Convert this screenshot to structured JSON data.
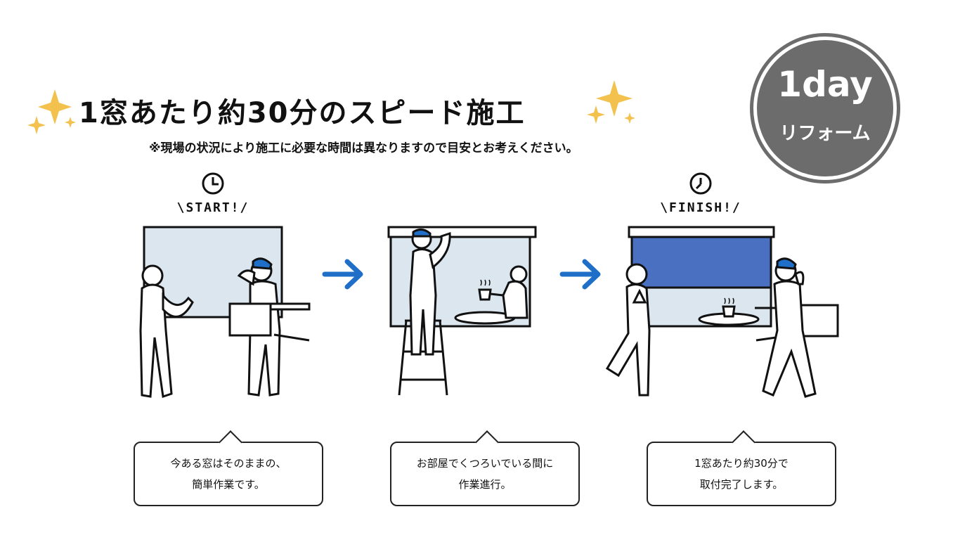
{
  "title": "1窓あたり約30分のスピード施工",
  "note": "※現場の状況により施工に必要な時間は異なりますので目安とお考えください。",
  "badge": {
    "main": "1day",
    "sub": "リフォーム"
  },
  "stages": [
    {
      "label": "\\START!/",
      "caption_line1": "今ある窓はそのままの、",
      "caption_line2": "簡単作業です。"
    },
    {
      "label": "",
      "caption_line1": "お部屋でくつろいでいる間に",
      "caption_line2": "作業進行。"
    },
    {
      "label": "\\FINISH!/",
      "caption_line1": "1窓あたり約30分で",
      "caption_line2": "取付完了します。"
    }
  ],
  "colors": {
    "sparkle": "#f2c14e",
    "arrow": "#1f6fc8",
    "window": "#dbe6ef",
    "blind": "#4a70c2",
    "badge": "#6c6c6c"
  }
}
